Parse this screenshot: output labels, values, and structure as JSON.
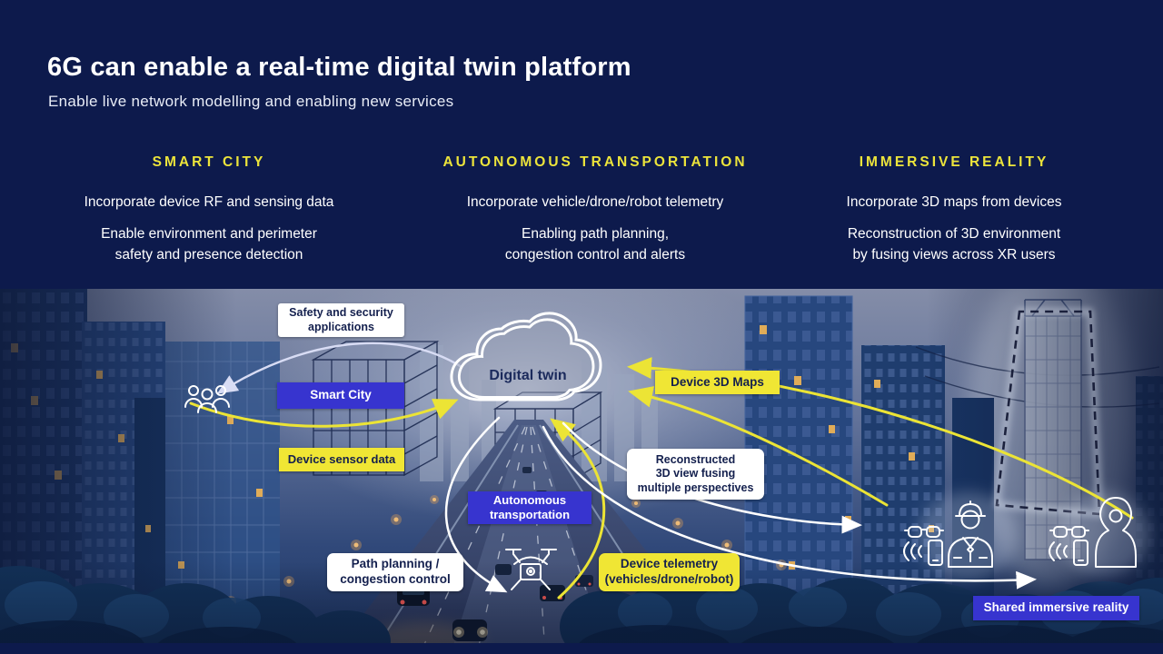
{
  "slide": {
    "title": "6G can enable a real-time digital twin platform",
    "subtitle": "Enable live network modelling and enabling new services"
  },
  "columns": [
    {
      "heading": "SMART CITY",
      "para1": "Incorporate device RF and sensing data",
      "para2_line1": "Enable environment and perimeter",
      "para2_line2": "safety and presence detection"
    },
    {
      "heading": "AUTONOMOUS TRANSPORTATION",
      "para1": "Incorporate vehicle/drone/robot telemetry",
      "para2_line1": "Enabling path planning,",
      "para2_line2": "congestion control and alerts"
    },
    {
      "heading": "IMMERSIVE REALITY",
      "para1": "Incorporate 3D maps from devices",
      "para2_line1": "Reconstruction of 3D environment",
      "para2_line2": "by fusing views across XR users"
    }
  ],
  "diagram": {
    "cloud_label": "Digital twin",
    "labels": {
      "safety_line1": "Safety and security",
      "safety_line2": "applications",
      "smart_city": "Smart City",
      "device_sensor": "Device sensor data",
      "device_3d_maps": "Device 3D Maps",
      "reconstructed_line1": "Reconstructed",
      "reconstructed_line2": "3D view fusing",
      "reconstructed_line3": "multiple perspectives",
      "autonomous_line1": "Autonomous",
      "autonomous_line2": "transportation",
      "path_line1": "Path planning /",
      "path_line2": "congestion control",
      "telemetry_line1": "Device telemetry",
      "telemetry_line2": "(vehicles/drone/robot)",
      "shared_immersive": "Shared immersive reality"
    },
    "icons": {
      "cloud": "digital-twin-cloud-icon",
      "people": "people-group-icon",
      "drone": "drone-icon",
      "ar_glasses": "ar-glasses-icon",
      "phone": "phone-signal-icon",
      "worker": "worker-xr-user-icon",
      "woman": "woman-xr-user-icon"
    }
  },
  "colors": {
    "header_bg": "#0d1a4c",
    "accent_yellow": "#ece43b",
    "label_yellow": "#f0e634",
    "label_blue": "#3734cf",
    "label_white": "#ffffff",
    "text_navy": "#14204e",
    "arrow_yellow": "#ece435",
    "arrow_white": "#ffffff"
  }
}
